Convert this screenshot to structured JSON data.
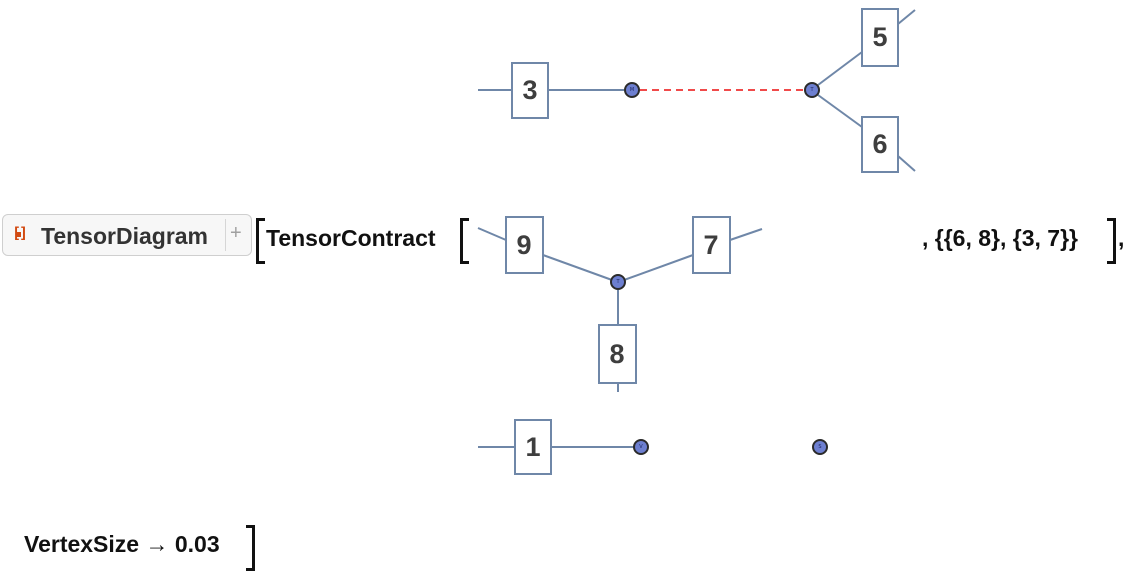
{
  "chip": {
    "icon": "resource-function-icon",
    "label": "TensorDiagram",
    "plus": "+"
  },
  "expression": {
    "contract": "TensorContract",
    "contraction_pairs": ", {{6, 8}, {3, 7}}",
    "option": "VertexSize → 0.03"
  },
  "diagram": {
    "ports": {
      "p3": "3",
      "p5": "5",
      "p6": "6",
      "p9": "9",
      "p7": "7",
      "p8": "8",
      "p1": "1"
    },
    "nodes": {
      "n_m": "M",
      "n_t1": "T",
      "n_t2": "T",
      "n_v": "V",
      "n_s": "S"
    },
    "colors": {
      "wire": "#6f87a8",
      "node_fill": "#6d7fd0",
      "contraction_edge": "#f04a4a",
      "chip_icon": "#d24a12"
    }
  }
}
